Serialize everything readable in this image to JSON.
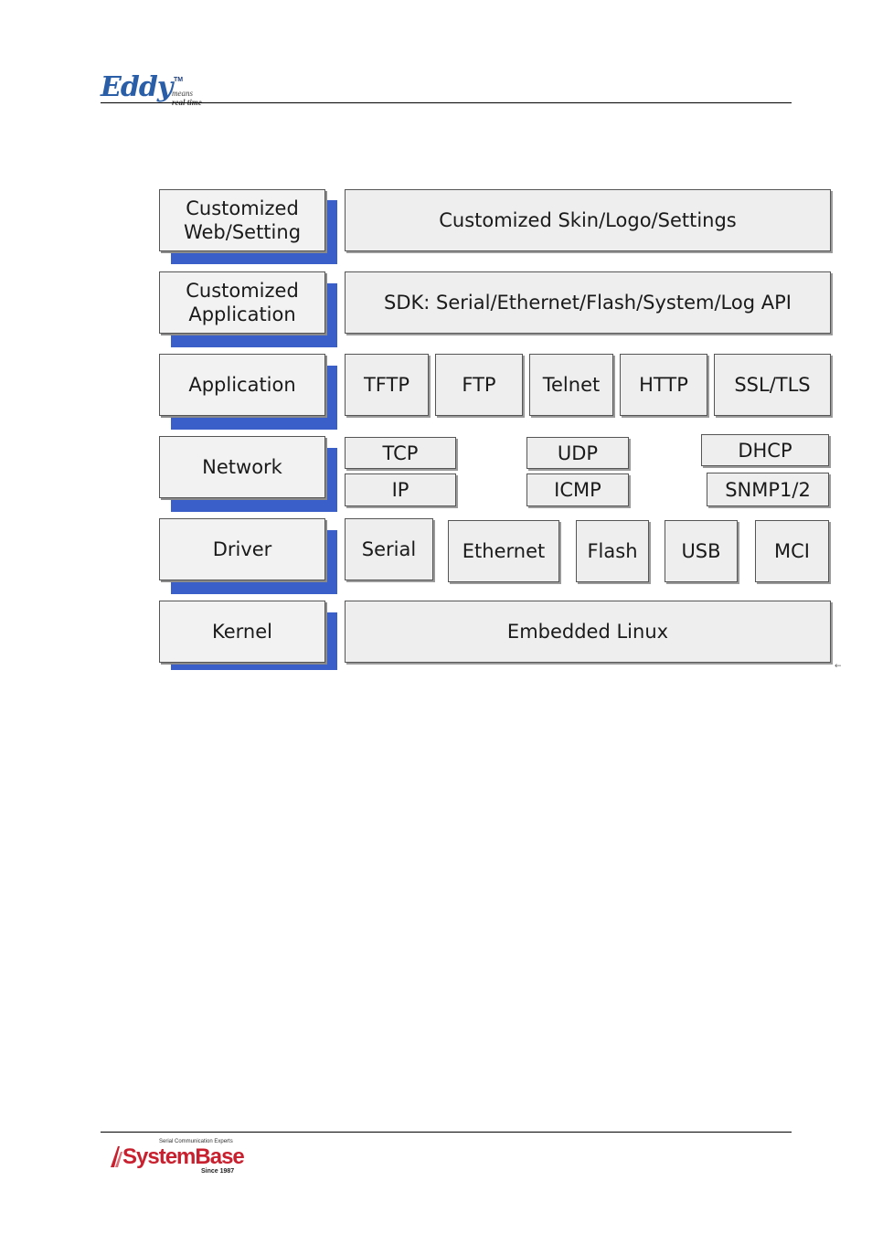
{
  "header": {
    "logo_word": "Eddy",
    "logo_tm": "TM",
    "logo_means": "means",
    "logo_realtime": "real time"
  },
  "diagram": {
    "layers": [
      {
        "label": "Customized Web/Setting",
        "components": [
          "Customized Skin/Logo/Settings"
        ]
      },
      {
        "label": "Customized Application",
        "components": [
          "SDK: Serial/Ethernet/Flash/System/Log API"
        ]
      },
      {
        "label": "Application",
        "components": [
          "TFTP",
          "FTP",
          "Telnet",
          "HTTP",
          "SSL/TLS"
        ]
      },
      {
        "label": "Network",
        "components": [
          "TCP",
          "IP",
          "UDP",
          "ICMP",
          "DHCP",
          "SNMP1/2"
        ]
      },
      {
        "label": "Driver",
        "components": [
          "Serial",
          "Ethernet",
          "Flash",
          "USB",
          "MCI"
        ]
      },
      {
        "label": "Kernel",
        "components": [
          "Embedded Linux"
        ]
      }
    ],
    "accent_color": "#3a5fc8"
  },
  "footer": {
    "tagline": "Serial Communication Experts",
    "brand": "SystemBase",
    "since": "Since 1987"
  }
}
